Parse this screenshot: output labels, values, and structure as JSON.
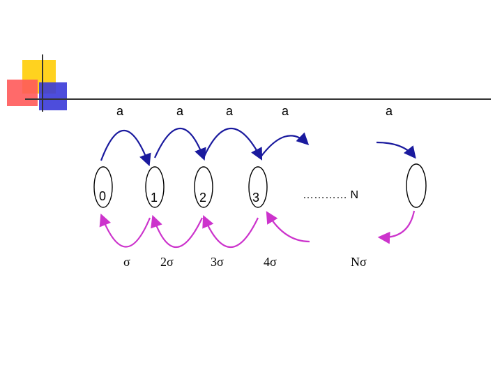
{
  "colors": {
    "forward_arc": "#1a1a9e",
    "backward_arc": "#cc33cc",
    "accent_yellow": "#ffd21f",
    "accent_red": "#ff5a5a",
    "accent_blue": "#3a3ad8",
    "rule_line": "#333333"
  },
  "states": [
    {
      "label": "0"
    },
    {
      "label": "1"
    },
    {
      "label": "2"
    },
    {
      "label": "3"
    },
    {
      "label": ""
    }
  ],
  "ellipsis_label": "………… N",
  "forward_labels": [
    "a",
    "a",
    "a",
    "a",
    "a"
  ],
  "backward_labels": [
    "σ",
    "2σ",
    "3σ",
    "4σ",
    "Nσ"
  ]
}
